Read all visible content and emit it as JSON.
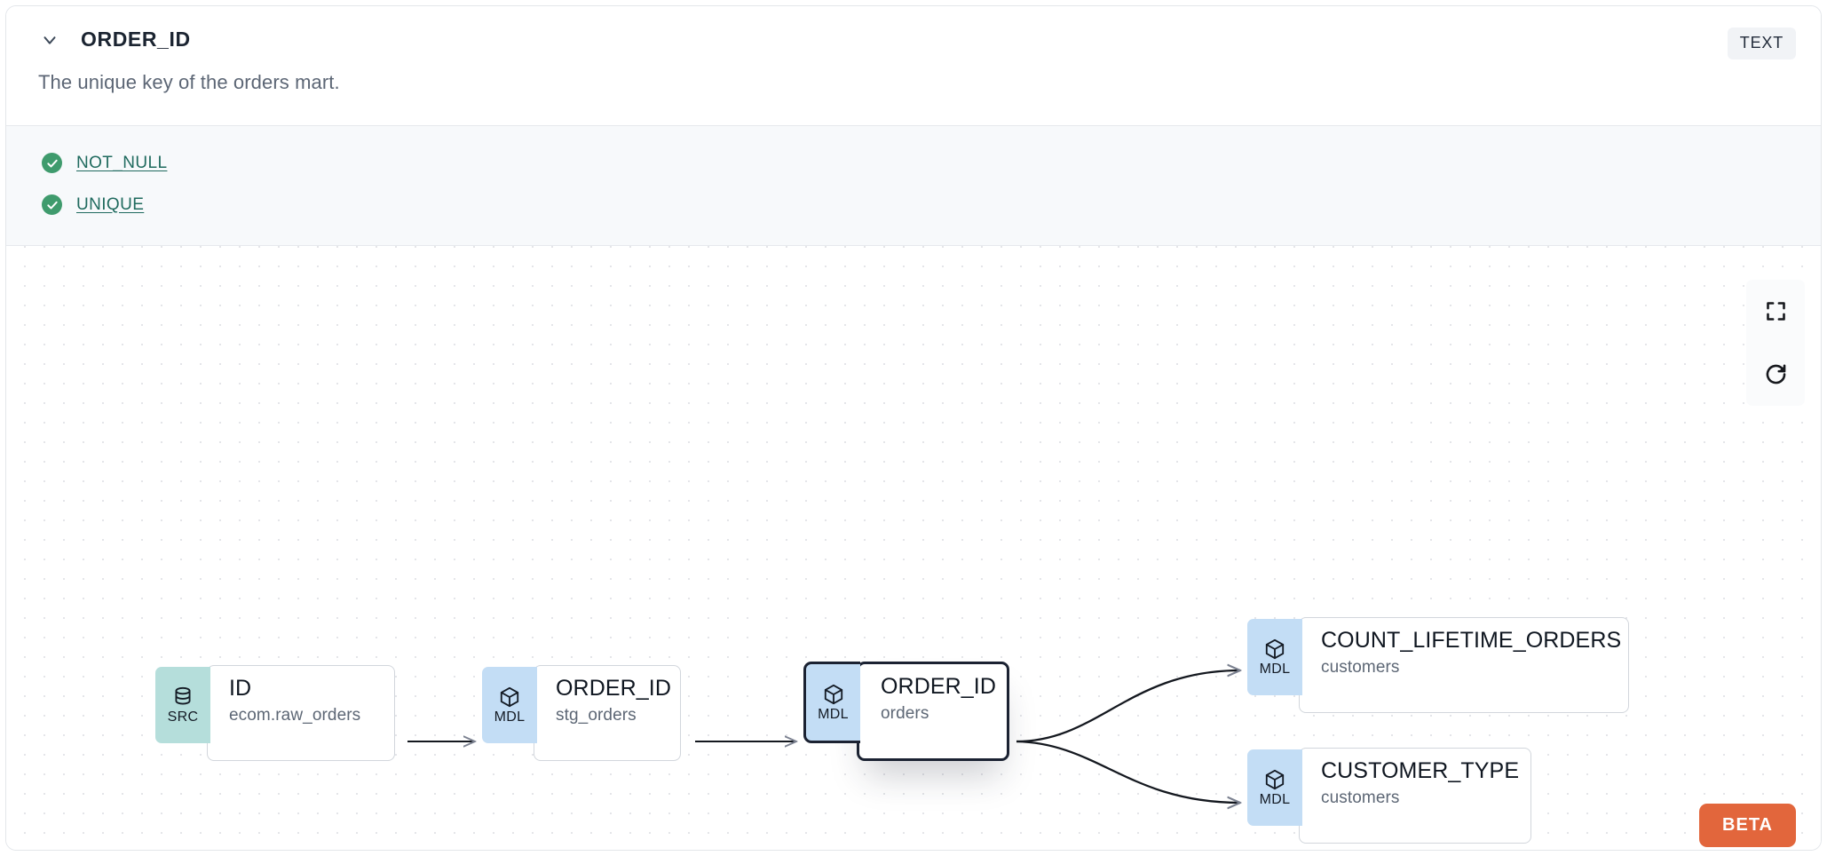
{
  "header": {
    "chevron_icon": "chevron-down-icon",
    "title": "ORDER_ID",
    "type_badge": "TEXT",
    "description": "The unique key of the orders mart."
  },
  "tests": [
    {
      "icon": "check-circle-icon",
      "label": "NOT_NULL"
    },
    {
      "icon": "check-circle-icon",
      "label": "UNIQUE"
    }
  ],
  "lineage": {
    "nodes": [
      {
        "id": "src",
        "badge": "SRC",
        "badge_icon": "database-icon",
        "name": "ID",
        "parent": "ecom.raw_orders",
        "selected": false
      },
      {
        "id": "stg",
        "badge": "MDL",
        "badge_icon": "cube-icon",
        "name": "ORDER_ID",
        "parent": "stg_orders",
        "selected": false
      },
      {
        "id": "orders",
        "badge": "MDL",
        "badge_icon": "cube-icon",
        "name": "ORDER_ID",
        "parent": "orders",
        "selected": true
      },
      {
        "id": "count",
        "badge": "MDL",
        "badge_icon": "cube-icon",
        "name": "COUNT_LIFETIME_ORDERS",
        "parent": "customers",
        "selected": false
      },
      {
        "id": "custtype",
        "badge": "MDL",
        "badge_icon": "cube-icon",
        "name": "CUSTOMER_TYPE",
        "parent": "customers",
        "selected": false
      }
    ],
    "edges": [
      {
        "from": "src",
        "to": "stg"
      },
      {
        "from": "stg",
        "to": "orders"
      },
      {
        "from": "orders",
        "to": "count"
      },
      {
        "from": "orders",
        "to": "custtype"
      }
    ]
  },
  "controls": [
    {
      "name": "fit-view-button",
      "icon": "fit-screen-icon"
    },
    {
      "name": "refresh-button",
      "icon": "refresh-icon"
    }
  ],
  "beta_badge": "BETA",
  "colors": {
    "src_badge": "#b5dedb",
    "mdl_badge": "#c3ddf5",
    "test_pass": "#3f9b6d",
    "test_link": "#1f6a5e",
    "beta": "#e2663c",
    "selected_border": "#1b2232"
  }
}
